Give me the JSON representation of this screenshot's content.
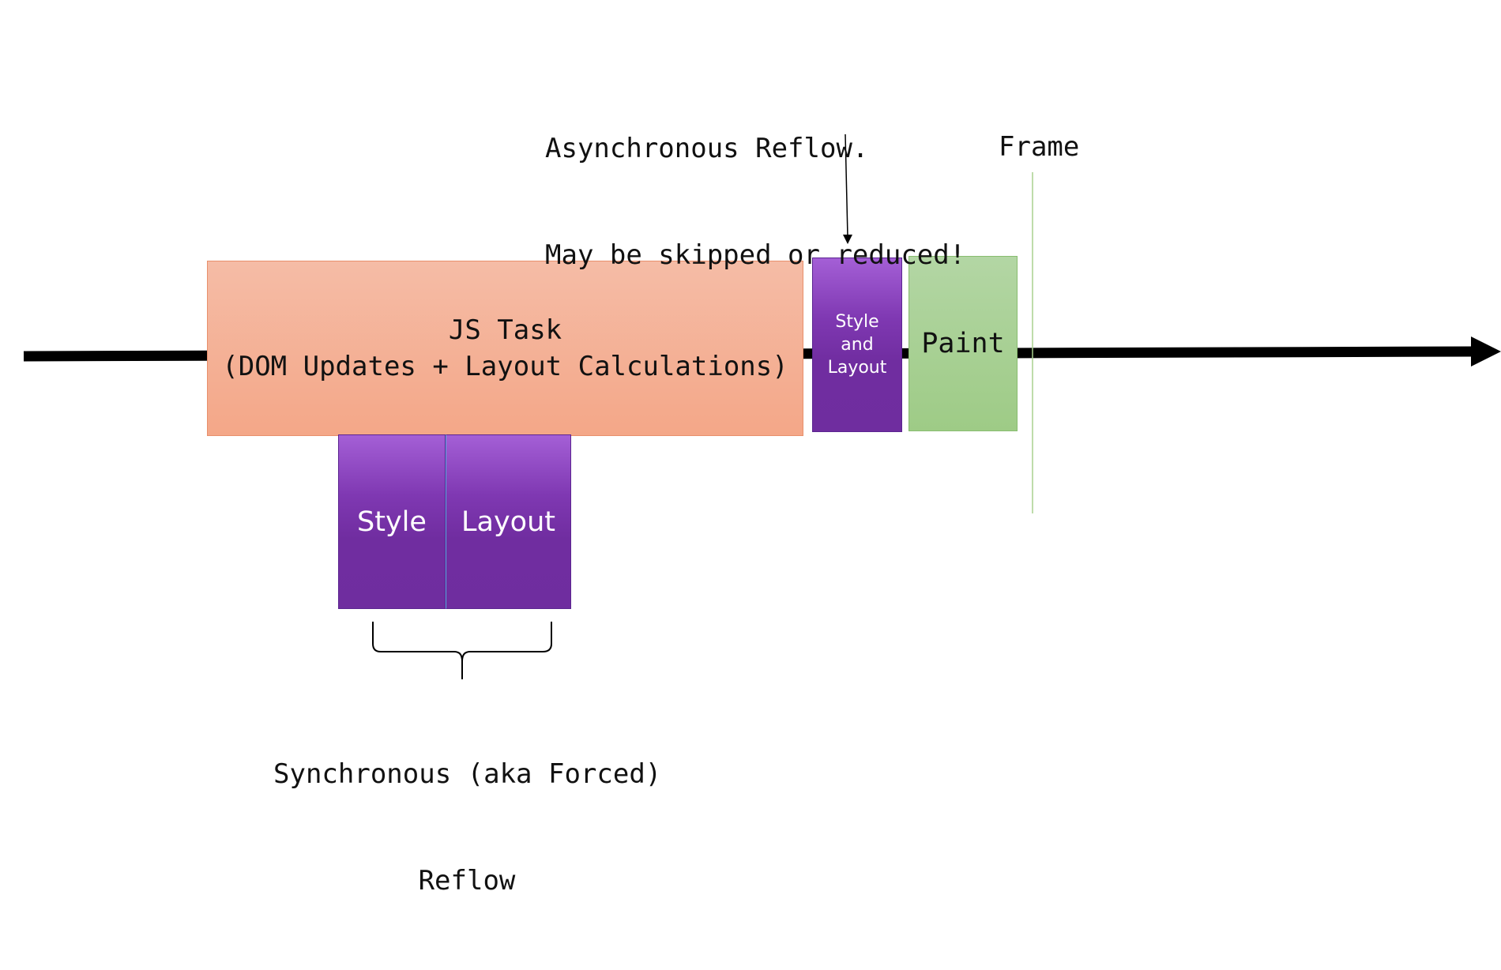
{
  "diagram": {
    "js_task": {
      "line1": "JS Task",
      "line2": "(DOM Updates + Layout Calculations)"
    },
    "forced_reflow": {
      "style_label": "Style",
      "layout_label": "Layout",
      "caption_line1": "Synchronous (aka Forced)",
      "caption_line2": "Reflow"
    },
    "async_reflow": {
      "box_line1": "Style",
      "box_line2": "and",
      "box_line3": "Layout",
      "annotation_line1": "Asynchronous Reflow.",
      "annotation_line2": "May be skipped or reduced!"
    },
    "paint_label": "Paint",
    "frame_label": "Frame"
  },
  "colors": {
    "timeline": "#000000",
    "js_task": "#f4a98a",
    "reflow": "#7030a0",
    "paint": "#a9d18e",
    "frame_line": "#a9d18e"
  }
}
